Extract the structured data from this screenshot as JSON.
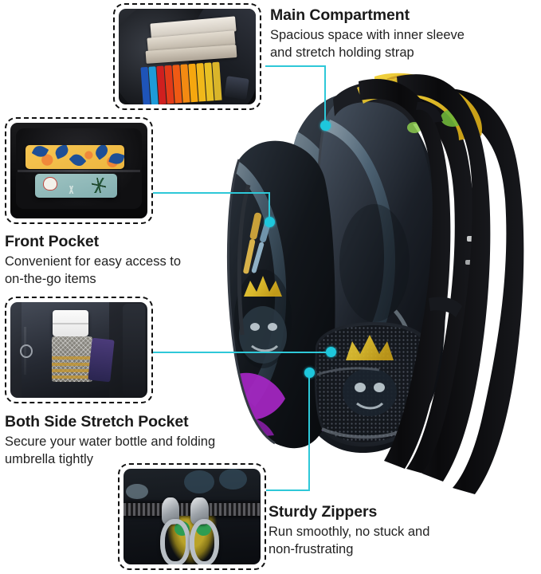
{
  "page": {
    "kind": "product-feature-infographic",
    "product": "printed school backpack",
    "background_color": "#ffffff",
    "accent_color": "#2ec8d8",
    "callout_border_color": "#111111",
    "title_color": "#1a1a1a",
    "body_color": "#222222"
  },
  "features": [
    {
      "id": "main-compartment",
      "title": "Main Compartment",
      "description": "Spacious space with inner sleeve and stretch holding strap",
      "description_lines": [
        "Spacious space with inner sleeve",
        "and stretch holding strap"
      ],
      "photo_caption": "Open backpack main compartment holding books, folders and a rainbow accordion file organizer"
    },
    {
      "id": "front-pocket",
      "title": "Front Pocket",
      "description": "Convenient for easy access to on-the-go items",
      "description_lines": [
        "Convenient for easy access to",
        "on-the-go items"
      ],
      "photo_caption": "Black front pocket holding a yellow citrus-print pencil case and a teal hot-air-balloon print case"
    },
    {
      "id": "both-side-stretch-pocket",
      "title": "Both Side Stretch Pocket",
      "description": "Secure your water bottle and folding umbrella tightly",
      "description_lines": [
        "Secure your water bottle and folding",
        "umbrella tightly"
      ],
      "photo_caption": "Side mesh stretch pocket holding a white water bottle and a folded umbrella"
    },
    {
      "id": "sturdy-zippers",
      "title": "Sturdy Zippers",
      "description": "Run smoothly, no stuck and non-frustrating",
      "description_lines": [
        "Run smoothly, no stuck and",
        "non-frustrating"
      ],
      "photo_caption": "Close-up of two silver metal zipper pulls on a black zipper track over gorilla-print fabric"
    }
  ],
  "product_image": {
    "alt": "Side three-quarter view of a black backpack with blue-grey gorilla print, gold crown graphics, purple paint splashes, padded black shoulder straps and a side mesh stretch pocket",
    "colors": {
      "body": "#14171c",
      "print_blue": "#7d99ad",
      "crown_gold": "#e8c73c",
      "crown_green": "#6fb63a",
      "splash_purple": "#a626c4",
      "strap_black": "#0b0b0d"
    }
  }
}
